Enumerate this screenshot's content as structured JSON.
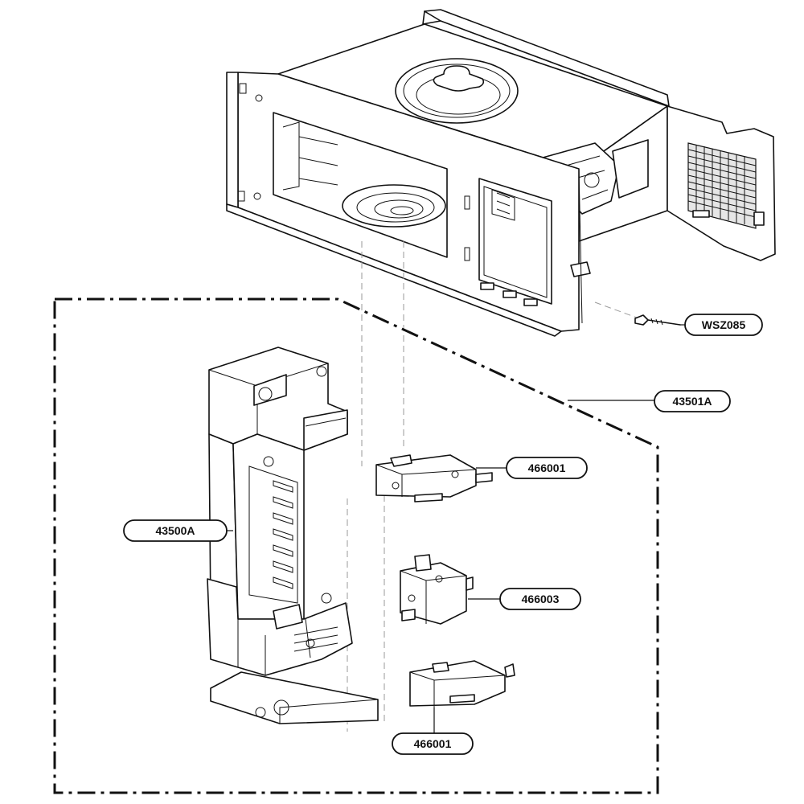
{
  "callouts": {
    "wsz085": "WSZ085",
    "p43501a": "43501A",
    "p466001_top": "466001",
    "p43500a": "43500A",
    "p466003": "466003",
    "p466001_bottom": "466001"
  },
  "colors": {
    "line": "#111111",
    "background": "#ffffff",
    "ghost_line": "#9a9a9a"
  }
}
